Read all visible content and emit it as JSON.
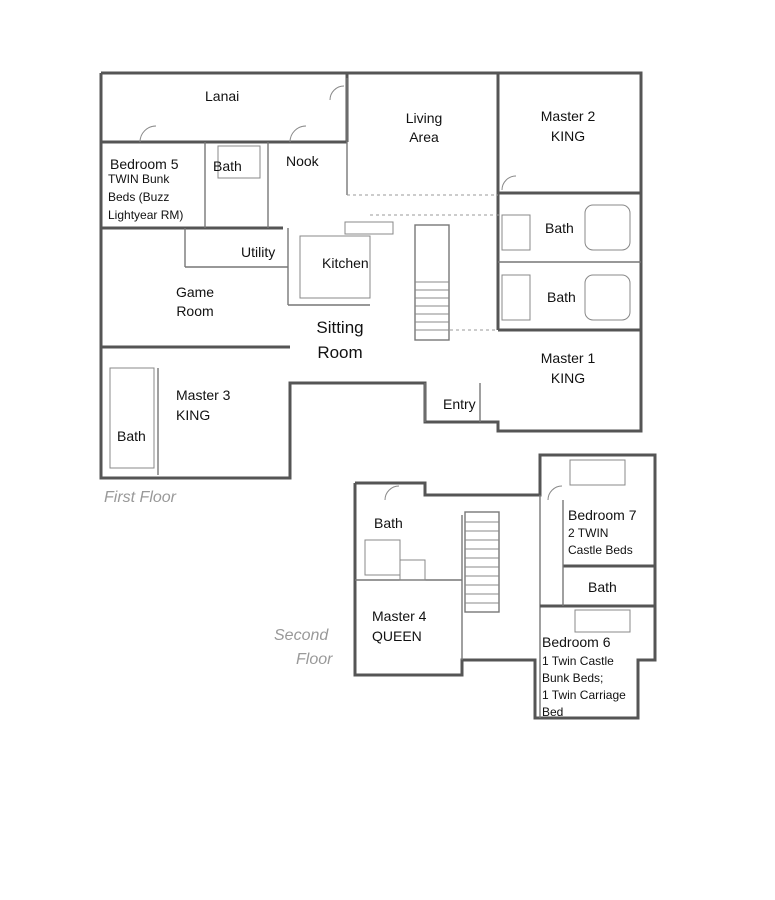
{
  "floors": {
    "first": "First Floor",
    "second_line1": "Second",
    "second_line2": "Floor"
  },
  "rooms": {
    "lanai": "Lanai",
    "bedroom5_title": "Bedroom 5",
    "bedroom5_line1": "TWIN Bunk",
    "bedroom5_line2": "Beds (Buzz",
    "bedroom5_line3": "Lightyear RM)",
    "bath_b5": "Bath",
    "nook": "Nook",
    "living_line1": "Living",
    "living_line2": "Area",
    "master2_line1": "Master 2",
    "master2_line2": "KING",
    "bath_m2": "Bath",
    "utility": "Utility",
    "kitchen": "Kitchen",
    "game_line1": "Game",
    "game_line2": "Room",
    "sitting_line1": "Sitting",
    "sitting_line2": "Room",
    "bath_m1": "Bath",
    "master1_line1": "Master 1",
    "master1_line2": "KING",
    "master3_line1": "Master 3",
    "master3_line2": "KING",
    "bath_m3": "Bath",
    "entry": "Entry",
    "bath_m4": "Bath",
    "master4_line1": "Master 4",
    "master4_line2": "QUEEN",
    "bedroom7_title": "Bedroom 7",
    "bedroom7_line1": "2 TWIN",
    "bedroom7_line2": "Castle Beds",
    "bath_b6": "Bath",
    "bedroom6_title": "Bedroom 6",
    "bedroom6_line1": "1 Twin Castle",
    "bedroom6_line2": "Bunk Beds;",
    "bedroom6_line3": "1 Twin Carriage",
    "bedroom6_line4": "Bed"
  }
}
